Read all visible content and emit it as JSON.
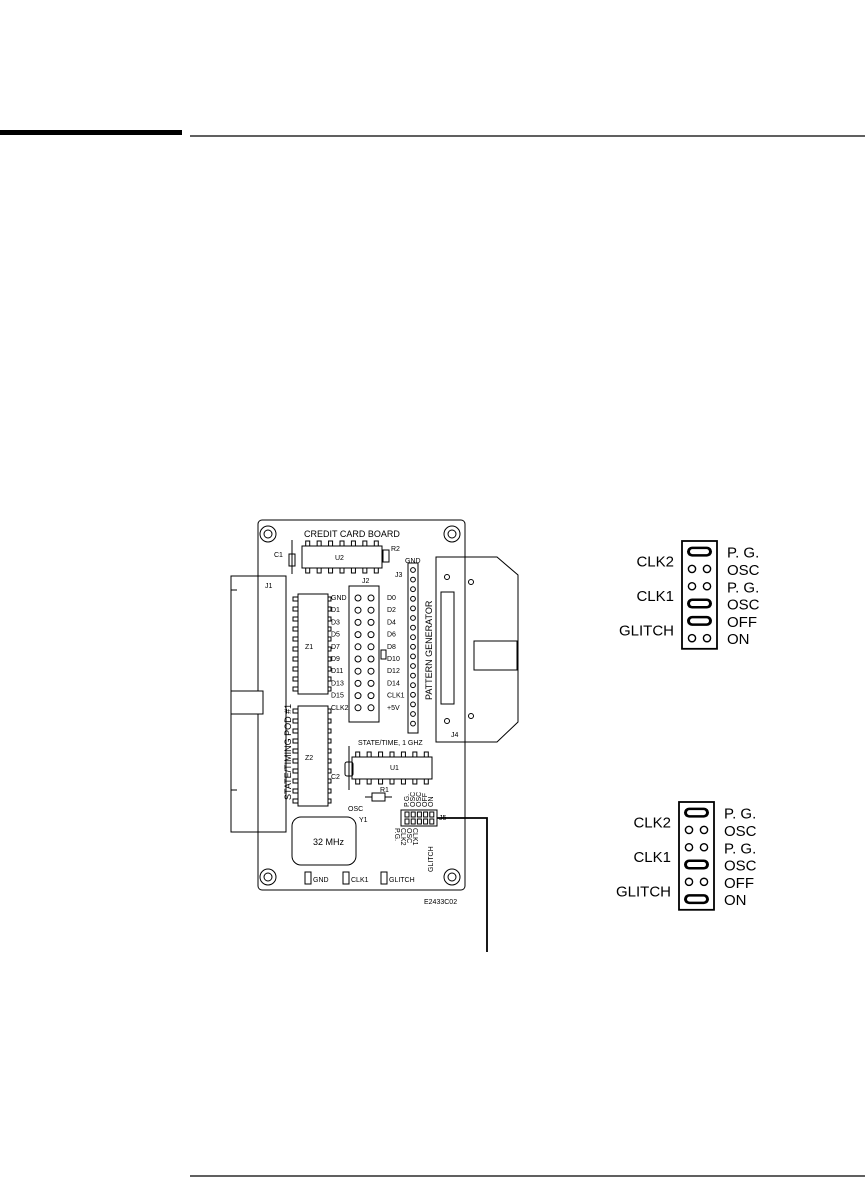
{
  "board": {
    "title": "CREDIT CARD BOARD",
    "refs": {
      "c1": "C1",
      "u2": "U2",
      "r2": "R2",
      "j1": "J1",
      "j2": "J2",
      "j3": "J3",
      "j4": "J4",
      "z1": "Z1",
      "z2": "Z2",
      "u1": "U1",
      "c2": "C2",
      "r1": "R1",
      "y1": "Y1",
      "j5": "J5"
    },
    "gnd_top": "GND",
    "pod_label": "STATE/TIMING POD #1",
    "pattern_label": "PATTERN GENERATOR",
    "state_time_label": "STATE/TIME, 1 GHZ",
    "osc_label": "OSC",
    "crystal": "32 MHz",
    "jumper_labels": [
      "P.G.",
      "OSC",
      "CLK2",
      "CLK1",
      "OSC",
      "P.G.",
      "OFF",
      "ON",
      "GLITCH"
    ],
    "z1_pins": [
      "GND",
      "D1",
      "D3",
      "D5",
      "D7",
      "D9",
      "D11",
      "D13",
      "D15",
      "CLK2"
    ],
    "j2_right_pins": [
      "D0",
      "D2",
      "D4",
      "D6",
      "D8",
      "D10",
      "D12",
      "D14",
      "CLK1",
      "+5V"
    ],
    "test_points": [
      "GND",
      "CLK1",
      "GLITCH"
    ],
    "figure_code": "E2433C02"
  },
  "jumper_diagrams": [
    {
      "rows": [
        {
          "label": "P. G.",
          "shorted": true
        },
        {
          "label": "OSC",
          "shorted": false
        },
        {
          "label": "P. G.",
          "shorted": false
        },
        {
          "label": "OSC",
          "shorted": true
        },
        {
          "label": "OFF",
          "shorted": true
        },
        {
          "label": "ON",
          "shorted": false
        }
      ],
      "groups": [
        "CLK2",
        "CLK1",
        "GLITCH"
      ]
    },
    {
      "rows": [
        {
          "label": "P. G.",
          "shorted": true
        },
        {
          "label": "OSC",
          "shorted": false
        },
        {
          "label": "P. G.",
          "shorted": false
        },
        {
          "label": "OSC",
          "shorted": true
        },
        {
          "label": "OFF",
          "shorted": false
        },
        {
          "label": "ON",
          "shorted": true
        }
      ],
      "groups": [
        "CLK2",
        "CLK1",
        "GLITCH"
      ]
    }
  ]
}
